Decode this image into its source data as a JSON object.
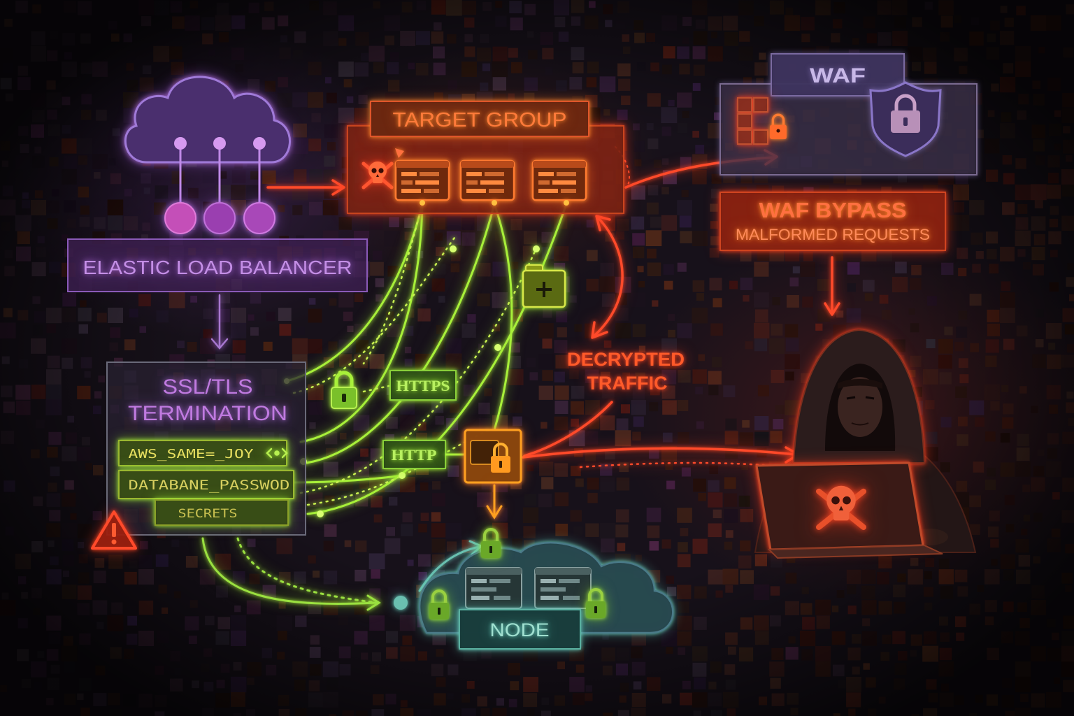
{
  "elb": {
    "label": "ELASTIC LOAD BALANCER"
  },
  "target_group": {
    "label": "TARGET GROUP"
  },
  "waf": {
    "label": "WAF"
  },
  "waf_bypass": {
    "title": "WAF BYPASS",
    "subtitle": "MALFORMED REQUESTS"
  },
  "decrypted_traffic": {
    "line1": "DECRYPTED",
    "line2": "TRAFFIC"
  },
  "ssl_termination": {
    "line1": "SSL/TLS",
    "line2": "TERMINATION",
    "secrets": [
      "AWS_SAME=_JOY",
      "DATABANE_PASSWOD",
      "SECRETS"
    ]
  },
  "protocols": {
    "https": "HTTPS",
    "http": "HTTP"
  },
  "node": {
    "label": "NODE"
  },
  "icons": {
    "load_balancer": "cloud-icon",
    "target_group_threat": "skull-crossbones-icon",
    "targets": "server-icon",
    "waf": "shield-lock-icon",
    "encryption": "lock-icon",
    "file": "folder-plus-icon",
    "alert": "warning-icon",
    "attacker": "hooded-hacker-figure",
    "attacker_device": "laptop-skull-icon"
  },
  "colors": {
    "background": "#17111a",
    "purple": "#c48ee6",
    "orange": "#ff7a3a",
    "red": "#ff4a2a",
    "green": "#a8f03a",
    "yellow": "#e8e060",
    "teal": "#8ad8c8",
    "violet": "#c8b8e8"
  }
}
